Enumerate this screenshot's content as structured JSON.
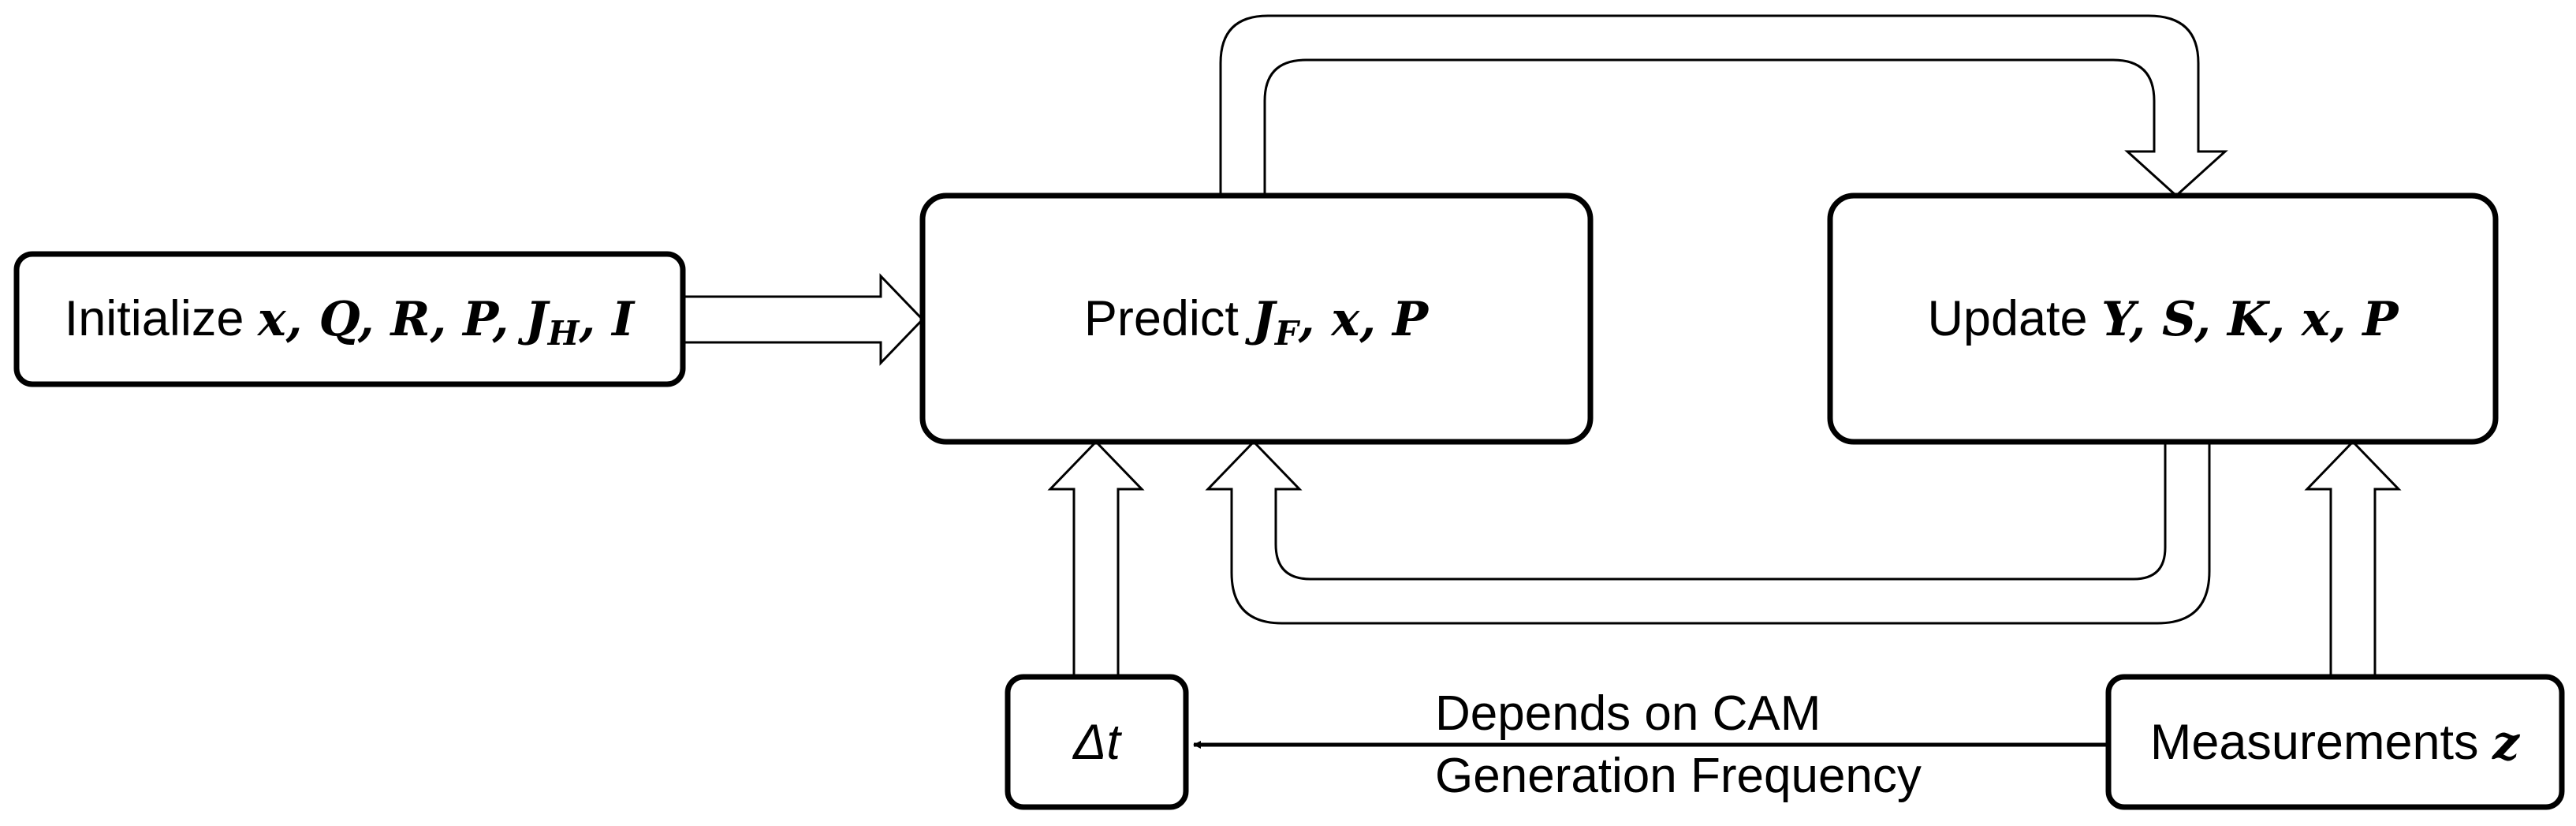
{
  "initialize_box": {
    "label": "Initialize",
    "symbols": "x, Q, R, P, J",
    "sub": "H",
    "tail": ", I"
  },
  "predict_box": {
    "label": "Predict",
    "symbol_main": "J",
    "sub": "F",
    "tail": ", x, P"
  },
  "update_box": {
    "label": "Update",
    "symbols": "Y, S, K, x, P"
  },
  "delta_box": {
    "label": "Δt"
  },
  "measurements_box": {
    "label": "Measurements",
    "symbol": "z"
  },
  "connector_note": {
    "line1": "Depends on CAM",
    "line2": "Generation Frequency"
  }
}
